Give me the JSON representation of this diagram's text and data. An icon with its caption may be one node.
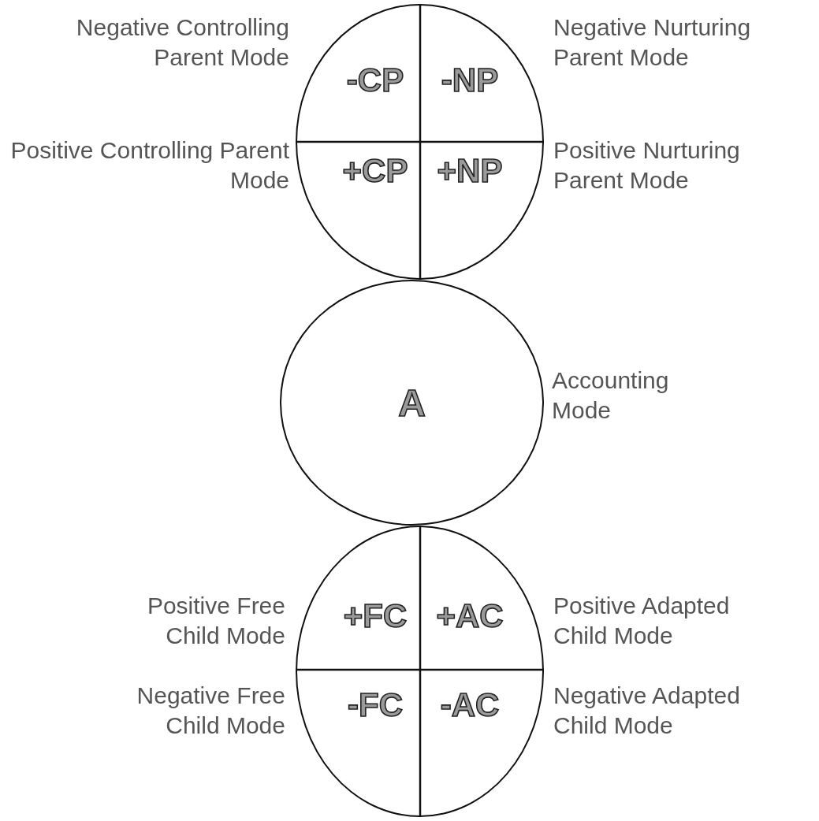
{
  "diagram": {
    "nodes": [
      {
        "text": [],
        "shape": "circle"
      },
      {
        "text": [
          "-CP"
        ],
        "in": 0,
        "beside": [
          "Negative Controlling Parent Mode"
        ]
      },
      {
        "text": [
          "-NP"
        ],
        "in": 0,
        "beside": [
          "Negative Nurturing Parent Mode"
        ]
      },
      {
        "text": [
          "+CP"
        ],
        "in": 0,
        "beside": [
          "Positive Controlling Parent Mode"
        ]
      },
      {
        "text": [
          "+NP"
        ],
        "in": 0,
        "beside": [
          "Positive Nurturing Parent Mode"
        ]
      },
      {
        "text": [
          "A"
        ],
        "beside": [
          "Accounting Mode"
        ]
      },
      {
        "text": [],
        "shape": "circle"
      },
      {
        "text": [
          "+FC"
        ],
        "in": 6,
        "beside": [
          "Positive Free Child Mode"
        ]
      },
      {
        "text": [
          "+AC"
        ],
        "in": 6,
        "beside": [
          "Positive Adapted Child Mode"
        ]
      },
      {
        "text": [
          "-FC"
        ],
        "in": 6,
        "beside": [
          "Negative Free Child Mode"
        ]
      },
      {
        "text": [
          "-AC"
        ],
        "in": 6,
        "beside": [
          "Negative Adapted Child Mode"
        ]
      }
    ]
  }
}
